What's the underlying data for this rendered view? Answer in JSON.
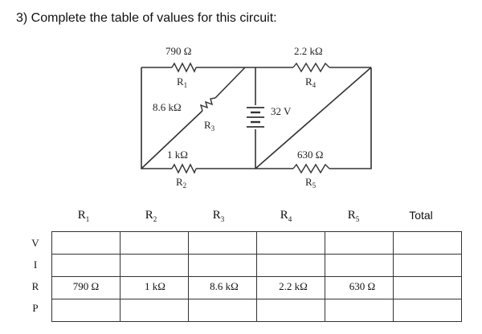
{
  "question": "3) Complete the table of values for this circuit:",
  "circuit": {
    "r1_value": "790 Ω",
    "r1_name": "R",
    "r1_sub": "1",
    "r2_value": "1 kΩ",
    "r2_name": "R",
    "r2_sub": "2",
    "r3_value": "8.6 kΩ",
    "r3_name": "R",
    "r3_sub": "3",
    "r4_value": "2.2 kΩ",
    "r4_name": "R",
    "r4_sub": "4",
    "r5_value": "630 Ω",
    "r5_name": "R",
    "r5_sub": "5",
    "battery": "32 V"
  },
  "table": {
    "columns": [
      {
        "name": "R",
        "sub": "1"
      },
      {
        "name": "R",
        "sub": "2"
      },
      {
        "name": "R",
        "sub": "3"
      },
      {
        "name": "R",
        "sub": "4"
      },
      {
        "name": "R",
        "sub": "5"
      },
      {
        "name": "Total",
        "sub": ""
      }
    ],
    "rows": [
      "V",
      "I",
      "R",
      "P"
    ],
    "r_values": [
      "790 Ω",
      "1 kΩ",
      "8.6 kΩ",
      "2.2 kΩ",
      "630 Ω",
      ""
    ]
  }
}
